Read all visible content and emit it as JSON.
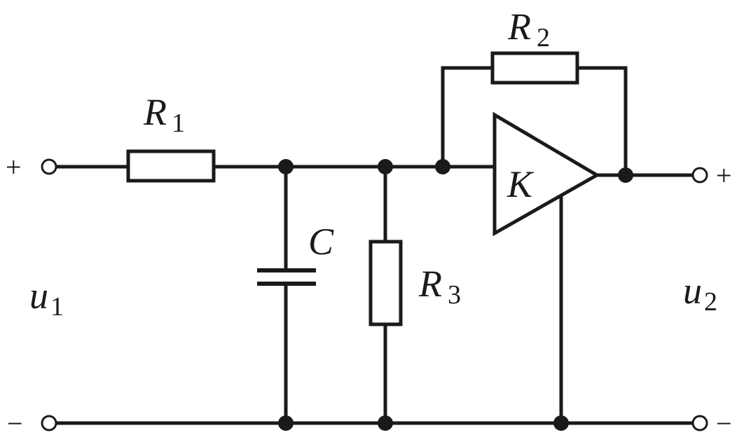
{
  "labels": {
    "r1": {
      "sym": "R",
      "sub": "1"
    },
    "r2": {
      "sym": "R",
      "sub": "2"
    },
    "r3": {
      "sym": "R",
      "sub": "3"
    },
    "c": "C",
    "k": "K",
    "u1": {
      "sym": "u",
      "sub": "1"
    },
    "u2": {
      "sym": "u",
      "sub": "2"
    }
  },
  "terminals": {
    "input_top_sign": "+",
    "input_bottom_sign": "−",
    "output_top_sign": "+",
    "output_bottom_sign": "−"
  }
}
